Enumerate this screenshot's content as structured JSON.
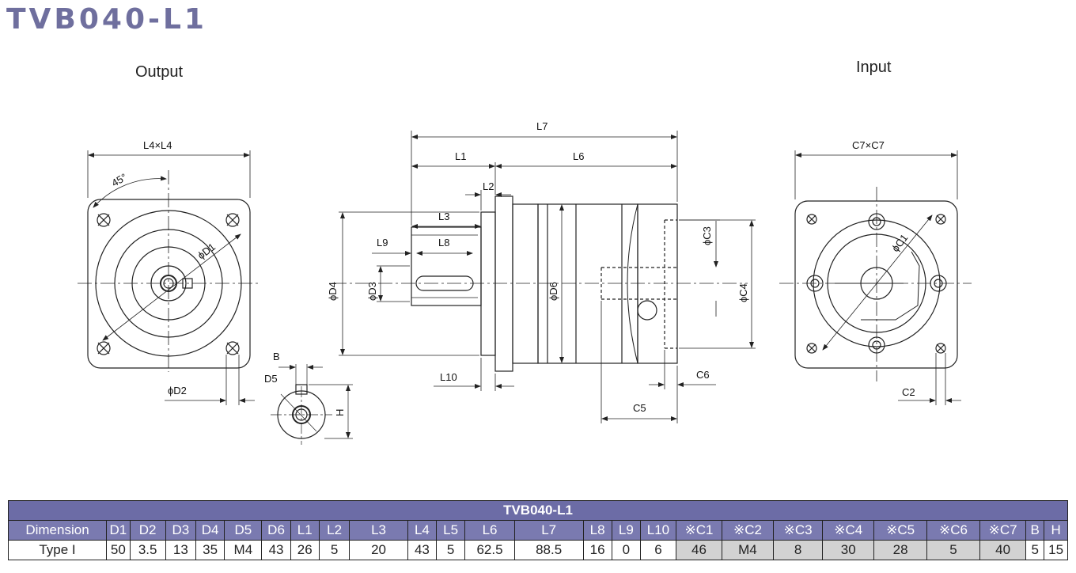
{
  "page_title": "TVB040-L1",
  "views": {
    "output_label": "Output",
    "input_label": "Input"
  },
  "dimension_labels": {
    "L4xL4": "L4×L4",
    "angle": "45°",
    "D1": "ϕD1",
    "D2": "ϕD2",
    "B": "B",
    "D5": "D5",
    "H": "H",
    "L7": "L7",
    "L1": "L1",
    "L6": "L6",
    "L2": "L2",
    "L3": "L3",
    "L9": "L9",
    "L8": "L8",
    "L10": "L10",
    "D4": "ϕD4",
    "D3": "ϕD3",
    "D6": "ϕD6",
    "C3": "ϕC3",
    "C4": "ϕC4",
    "C6": "C6",
    "C5": "C5",
    "C7xC7": "C7×C7",
    "C1": "ϕC1",
    "C2": "C2"
  },
  "table": {
    "title": "TVB040-L1",
    "columns": [
      "Dimension",
      "D1",
      "D2",
      "D3",
      "D4",
      "D5",
      "D6",
      "L1",
      "L2",
      "L3",
      "L4",
      "L5",
      "L6",
      "L7",
      "L8",
      "L9",
      "L10",
      "※C1",
      "※C2",
      "※C3",
      "※C4",
      "※C5",
      "※C6",
      "※C7",
      "B",
      "H"
    ],
    "rows": [
      [
        "Type I",
        "50",
        "3.5",
        "13",
        "35",
        "M4",
        "43",
        "26",
        "5",
        "20",
        "43",
        "5",
        "62.5",
        "88.5",
        "16",
        "0",
        "6",
        "46",
        "M4",
        "8",
        "30",
        "28",
        "5",
        "40",
        "5",
        "15"
      ]
    ],
    "highlight_color": "#d2d2d2",
    "header_color": "#7a7ab0"
  }
}
